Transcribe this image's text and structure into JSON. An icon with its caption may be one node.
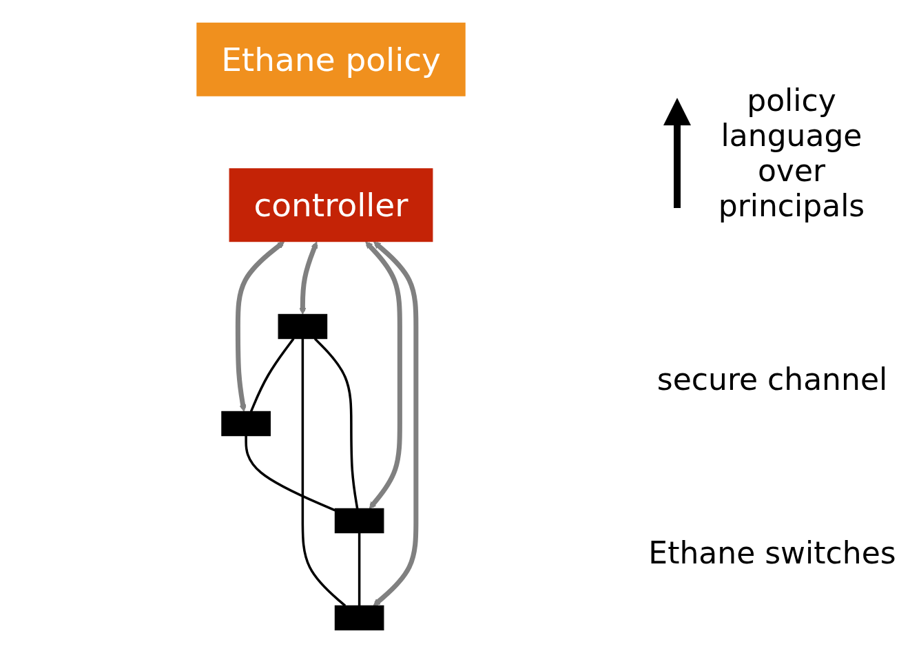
{
  "diagram": {
    "nodes": [
      {
        "text": [
          "Ethane policy"
        ]
      },
      {
        "text": [
          "controller"
        ]
      },
      {
        "text": [],
        "shape": "box"
      },
      {
        "text": [],
        "shape": "box"
      },
      {
        "text": [],
        "shape": "box"
      },
      {
        "text": [],
        "shape": "box"
      }
    ],
    "edges": [
      {
        "from": 1,
        "to": 4,
        "arrow": "both",
        "style": "thick",
        "color": "#808080"
      },
      {
        "from": 1,
        "to": 2,
        "arrow": "both",
        "style": "thick",
        "color": "#808080"
      },
      {
        "from": 1,
        "to": 5,
        "arrow": "both",
        "style": "thick",
        "color": "#808080"
      },
      {
        "from": 1,
        "to": 3,
        "arrow": "both",
        "style": "thick",
        "color": "#808080"
      },
      {
        "from": 2,
        "to": 4,
        "arrow": "none"
      },
      {
        "from": 2,
        "to": 3,
        "arrow": "none"
      },
      {
        "from": 2,
        "to": 5,
        "arrow": "none"
      },
      {
        "from": 4,
        "to": 5,
        "arrow": "none"
      },
      {
        "from": 5,
        "to": 3,
        "arrow": "none"
      }
    ],
    "labels": [
      "policy language over principals",
      "secure channel",
      "Ethane switches"
    ]
  }
}
